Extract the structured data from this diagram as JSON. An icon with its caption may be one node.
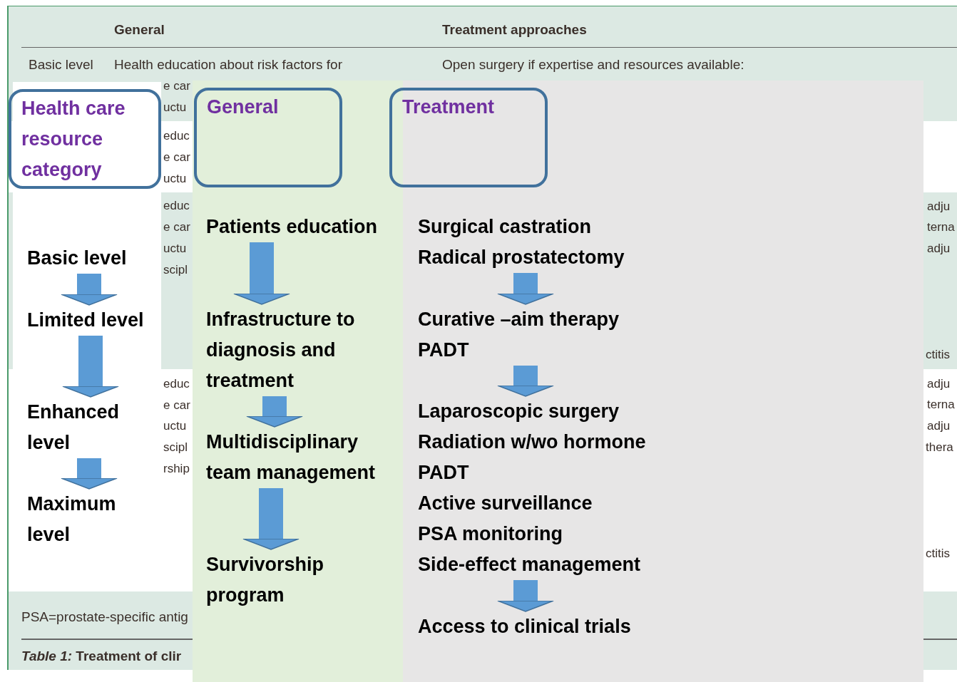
{
  "diagram": {
    "nodes": [
      {
        "text": [
          "Health care resource category"
        ]
      },
      {
        "text": [
          "General"
        ]
      },
      {
        "text": [
          "Treatment"
        ]
      },
      {
        "text": [
          "Basic level"
        ]
      },
      {
        "text": [
          "Limited level"
        ]
      },
      {
        "text": [
          "Enhanced level"
        ]
      },
      {
        "text": [
          "Maximum level"
        ]
      },
      {
        "text": [
          "Patients education"
        ]
      },
      {
        "text": [
          "Infrastructure to diagnosis and treatment"
        ]
      },
      {
        "text": [
          "Multidisciplinary team management"
        ]
      },
      {
        "text": [
          "Survivorship program"
        ]
      },
      {
        "text": [
          "Surgical castration",
          "Radical prostatectomy"
        ]
      },
      {
        "text": [
          "Curative –aim therapy",
          "PADT"
        ]
      },
      {
        "text": [
          "Laparoscopic surgery",
          "Radiation w/wo hormone",
          "PADT",
          "Active surveillance",
          "PSA monitoring",
          "Side-effect management"
        ]
      },
      {
        "text": [
          "Access to clinical trials"
        ]
      }
    ],
    "edges": [
      {
        "from": 3,
        "to": 4,
        "arrow": "to"
      },
      {
        "from": 4,
        "to": 5,
        "arrow": "to"
      },
      {
        "from": 5,
        "to": 6,
        "arrow": "to"
      },
      {
        "from": 7,
        "to": 8,
        "arrow": "to"
      },
      {
        "from": 8,
        "to": 9,
        "arrow": "to"
      },
      {
        "from": 9,
        "to": 10,
        "arrow": "to"
      },
      {
        "from": 11,
        "to": 12,
        "arrow": "to"
      },
      {
        "from": 12,
        "to": 13,
        "arrow": "to"
      },
      {
        "from": 13,
        "to": 14,
        "arrow": "to"
      }
    ],
    "labels": [
      "General",
      "Treatment approaches",
      "Basic level",
      "Health education about risk factors for",
      "Open surgery if expertise and resources available:",
      "e car",
      "uctu",
      "educ",
      "e car",
      "uctu",
      "educ",
      "adju",
      "e car",
      "terna",
      "uctu",
      "adju",
      "scipl",
      "ctitis",
      "educ",
      "adju",
      "e car",
      "terna",
      "uctu",
      "adju",
      "scipl",
      "thera",
      "rship",
      "ctitis",
      "PSA=prostate-specific antig",
      "*Table 1:* Treatment of clir"
    ]
  }
}
